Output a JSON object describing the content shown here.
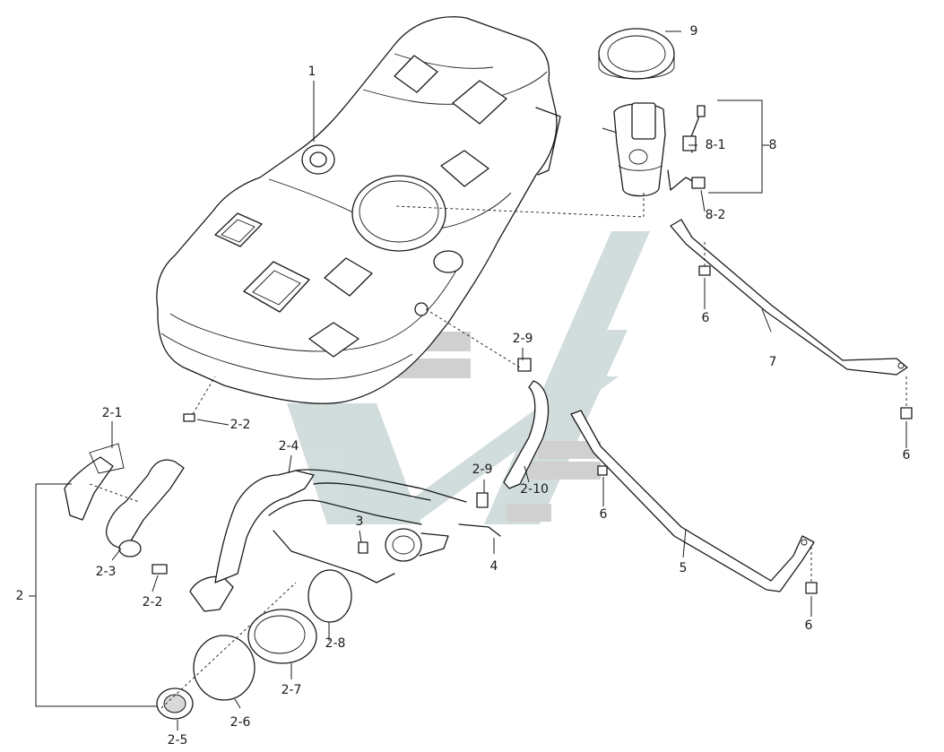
{
  "diagram": {
    "watermark_colors": {
      "gray": "#c8c8c8",
      "teal": "#c9d8d7"
    },
    "labels": {
      "p1": "1",
      "p2": "2",
      "p2_1": "2-1",
      "p2_2a": "2-2",
      "p2_2b": "2-2",
      "p2_3": "2-3",
      "p2_4": "2-4",
      "p2_5": "2-5",
      "p2_6": "2-6",
      "p2_7": "2-7",
      "p2_8": "2-8",
      "p2_9a": "2-9",
      "p2_9b": "2-9",
      "p2_10": "2-10",
      "p3": "3",
      "p4": "4",
      "p5": "5",
      "p6a": "6",
      "p6b": "6",
      "p6c": "6",
      "p6d": "6",
      "p7": "7",
      "p8": "8",
      "p8_1": "8-1",
      "p8_2": "8-2",
      "p9": "9"
    }
  }
}
